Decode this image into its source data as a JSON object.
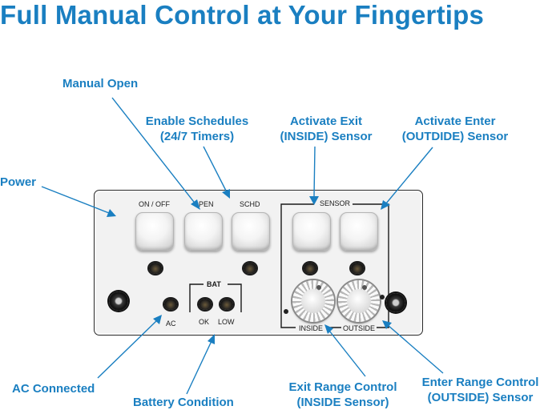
{
  "title": "Full Manual Control at Your Fingertips",
  "colors": {
    "accent": "#1a7fc1",
    "panel": "#f2f2f2",
    "border": "#2a2a2a"
  },
  "callouts": {
    "manual_open": "Manual Open",
    "enable_schedules_1": "Enable Schedules",
    "enable_schedules_2": "(24/7 Timers)",
    "activate_exit_1": "Activate Exit",
    "activate_exit_2": "(INSIDE) Sensor",
    "activate_enter_1": "Activate Enter",
    "activate_enter_2": "(OUTDIDE) Sensor",
    "power": "Power",
    "ac_connected": "AC Connected",
    "battery_condition": "Battery Condition",
    "exit_range_1": "Exit Range Control",
    "exit_range_2": "(INSIDE Sensor)",
    "enter_range_1": "Enter Range Control",
    "enter_range_2": "(OUTSIDE) Sensor"
  },
  "panel": {
    "on_off": "ON / OFF",
    "open": "OPEN",
    "schd": "SCHD",
    "sensor": "SENSOR",
    "bat": "BAT",
    "ac": "AC",
    "ok": "OK",
    "low": "LOW",
    "inside": "INSIDE",
    "outside": "OUTSIDE"
  },
  "icons": [
    "screw-icon",
    "led-indicator",
    "range-knob"
  ]
}
